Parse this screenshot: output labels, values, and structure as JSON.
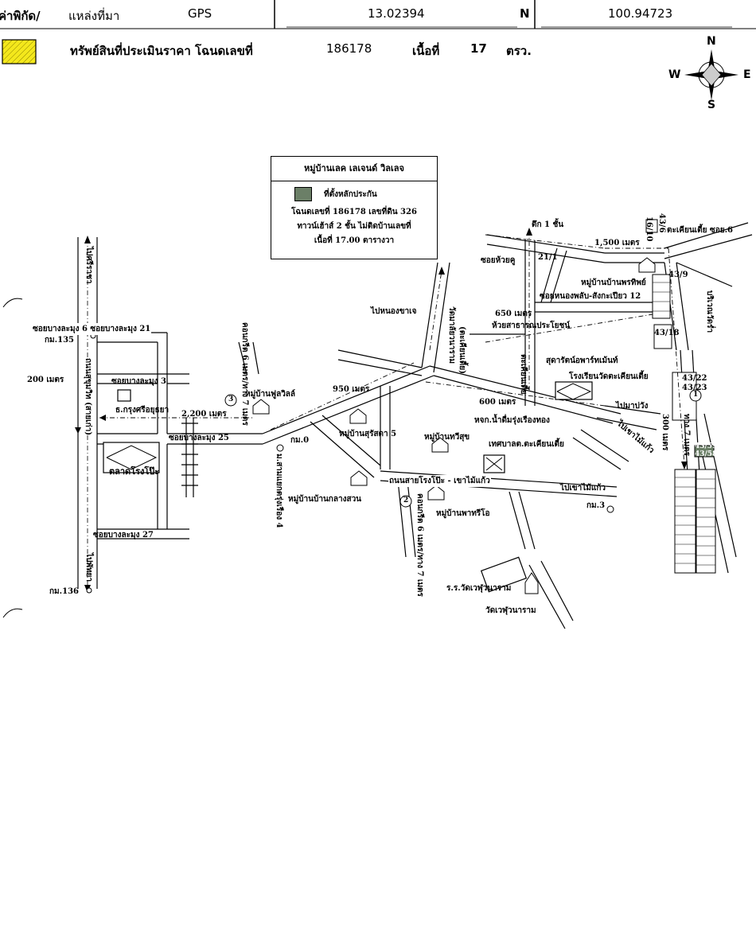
{
  "header": {
    "coord_label": "ค่าพิกัด/",
    "source_label": "แหล่งที่มา",
    "source_value": "GPS",
    "lat": "13.02394",
    "n_label": "N",
    "lon": "100.94723",
    "swatch_color": "#f4e81c"
  },
  "property": {
    "label": "ทรัพย์สินที่ประเมินราคา โฉนดเลขที่",
    "deed_no": "186178",
    "area_label": "เนื้อที่",
    "area_value": "17",
    "unit": "ตรว."
  },
  "compass": {
    "n": "N",
    "s": "S",
    "e": "E",
    "w": "W"
  },
  "legend": {
    "title": "หมู่บ้านเลค เลเจนด์ วิลเลจ",
    "item": "ที่ตั้งหลักประกัน",
    "line1": "โฉนดเลขที่ 186178 เลขที่ดิน 326",
    "line2": "ทาวน์เฮ้าส์ 2 ชั้น  ไม่ติดบ้านเลขที่",
    "line3": "เนื้อที่ 17.00 ตารางวา",
    "swatch_color": "#6b7f67"
  },
  "labels": {
    "sriracha": "ไปศรีราชา",
    "pattaya": "ไปพัทยา",
    "soi6_21": "ซอยบางละมุง 6 ซอยบางละมุง 21",
    "km135": "กม.135",
    "m200": "200 เมตร",
    "sukhumvit": "ถนนสุขุมวิท (สายเก่า)",
    "soi3": "ซอยบางละมุง   3",
    "bank": "ธ.กรุงศรีอยุธยา",
    "market": "ตลาดโรงโป๊ะ",
    "soi25": "ซอยบางละมุง 25",
    "soi27": "ซอยบางละมุง 27",
    "km136": "กม.136",
    "m2200": "2,200 เมตร",
    "concrete7": "คอนกรีต 6 เมตร/ทาง 7 เมตร",
    "circle3": "3",
    "vill_ful": "หมู่บ้านฟูลวิลล์",
    "m950": "950 เมตร",
    "to_nongkhai": "ไปหนองขาเจ",
    "wat_road": "วัดมาลัยวนาราม",
    "wat_road2": "(ตะเคียนเตี้ย)",
    "vill_sadu": "หมู่บ้านสุรัสดา 5",
    "km0": "กม.0",
    "soi_jarung": "ม.สามแยกตรุ่งเรือง 4",
    "vill_klang": "หมู่บ้านบ้านกลางสวน",
    "vill_thaw": "หมู่บ้านทวีสุข",
    "road_rongpo": "ถนนสายโรงโป๊ะ - เขาไม้แก้ว",
    "circle2": "2",
    "vill_park": "หมู่บ้านพาทรีโอ",
    "concrete6": "คอนกรีต 6 เมตร/ทาง 7 เมตร",
    "school_wat": "ร.ร.วัดเวฬุวนาราม",
    "wat_veru": "วัดเวฬุวนาราม",
    "municipal": "เทศบาลต.ตะเคียนเตี้ย",
    "to_kmk": "ไปเขาไม้แก้ว",
    "km3": "กม.3",
    "m600": "600 เมตร",
    "market_rung": "หจก.น้ำดื่มรุ่งเรืองทอง",
    "sudarat": "สุดารัตน์อพาร์ทเม้นท์",
    "school_tk": "โรงเรียนวัดตะเคียนเตี้ย",
    "to_pluak": "ไปมาบ่วัง",
    "to_kmk2": "ไปเขาไม้แก้ว",
    "m650": "650 เมตร",
    "huai": "ห้วยสาธารณประโยชน์",
    "soi_huai": "ซอยห้วยคู",
    "t1": "ตึก 1 ชั้น",
    "n21_1": "21/1",
    "m1500": "1,500 เมตร",
    "n16_10": "16/10",
    "n43_6": "43/6",
    "tk_soi6": "ตะเคียนเตี้ย ซอย.6",
    "vill_porn": "หมู่บ้านบ้านพรทิพย์",
    "soi_nong": "ซอยหนองพลับ-สังกะเปียว 12",
    "n43_9": "43/9",
    "n43_18": "43/18",
    "borwin": "บริเวณวัดร่ำ",
    "n43_22": "43/22",
    "n43_23": "43/23",
    "circle1": "1",
    "n43_59": "43/59",
    "n43_58": "43/58",
    "m300": "300 เมตร",
    "n7t": "ทาง 7 เมตร",
    "n_wat_mb": "ตะเคียนเตี้ย"
  }
}
